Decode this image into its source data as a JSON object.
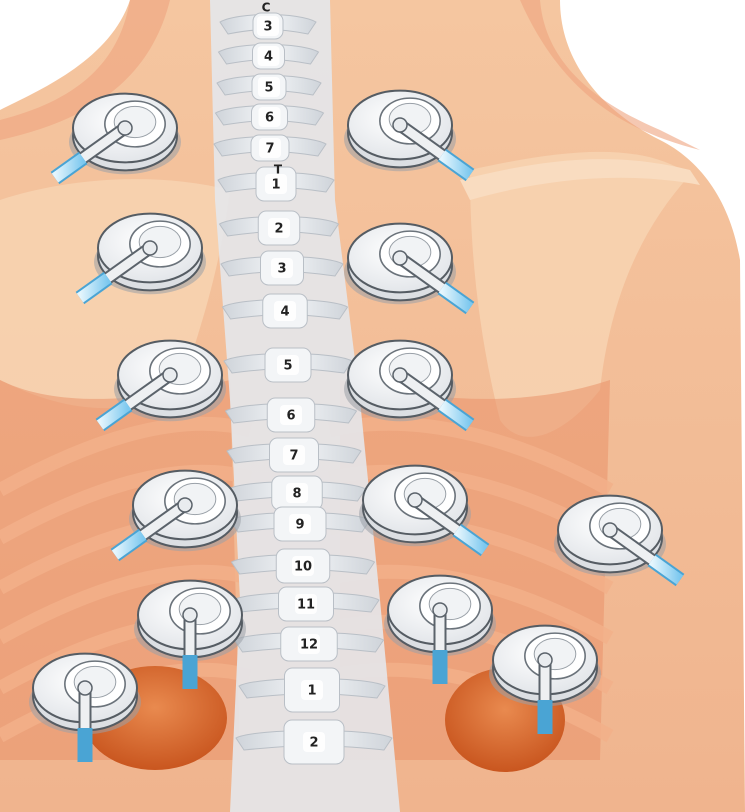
{
  "figure": {
    "colors": {
      "skin_light": "#f6cfa8",
      "skin_mid": "#eda67c",
      "skin_dark": "#e0895e",
      "muscle": "#e58a5c",
      "rib": "#f2b58f",
      "kidney": "#d9652b",
      "bone": "#eef0f2",
      "bone_shadow": "#c9ced4",
      "stetho_rim": "#dcdfe3",
      "stetho_face": "#f7f8f9",
      "tube_light": "#bfe6f7",
      "tube_blue": "#7cc8ef"
    },
    "cervical": {
      "region_letter": "C",
      "labels": [
        "3",
        "4",
        "5",
        "6",
        "7"
      ]
    },
    "thoracic": {
      "region_letter": "T",
      "labels": [
        "1",
        "2",
        "3",
        "4",
        "5",
        "6",
        "7",
        "8",
        "9",
        "10",
        "11",
        "12"
      ]
    },
    "lumbar": {
      "labels": [
        "1",
        "2"
      ]
    },
    "stethoscope_icon": "stethoscope-chestpiece-icon"
  }
}
